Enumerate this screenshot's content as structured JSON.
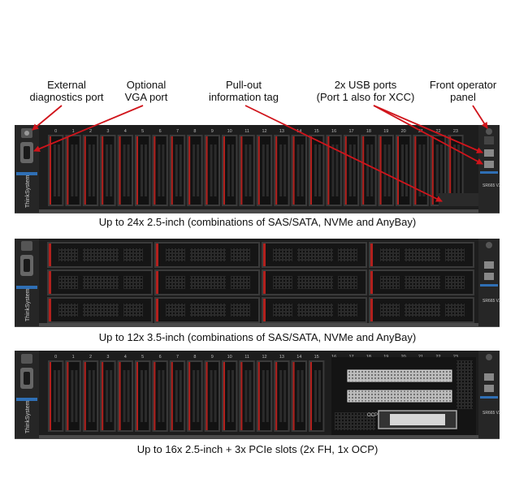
{
  "callouts": {
    "external_diag": [
      "External",
      "diagnostics port"
    ],
    "optional_vga": [
      "Optional",
      "VGA port"
    ],
    "pullout": [
      "Pull-out",
      "information tag"
    ],
    "usb": [
      "2x USB ports",
      "(Port 1 also for XCC)"
    ],
    "front_panel": [
      "Front operator",
      "panel"
    ]
  },
  "captions": {
    "server1": "Up to 24x 2.5-inch (combinations of SAS/SATA, NVMe and AnyBay)",
    "server2": "Up to 12x 3.5-inch (combinations of SAS/SATA, NVMe and AnyBay)",
    "server3": "Up to 16x 2.5-inch + 3x PCIe slots (2x FH, 1x OCP)"
  },
  "bay_numbers_24": [
    "0",
    "1",
    "2",
    "3",
    "4",
    "5",
    "6",
    "7",
    "8",
    "9",
    "10",
    "11",
    "12",
    "13",
    "14",
    "15",
    "16",
    "17",
    "18",
    "19",
    "20",
    "21",
    "22",
    "23"
  ],
  "brand_label": "ThinkSystem",
  "model_label": "SR665 V3",
  "ocp_label": "OCP",
  "colors": {
    "chassis": "#1d1d1d",
    "bay": "#121212",
    "bay_frame": "#3a3a3a",
    "red_tab": "#b3201d",
    "arrow": "#d0141b",
    "blue_accent": "#2f6fb5"
  },
  "icons": [
    "usb-port-icon",
    "vga-port-icon",
    "power-button-icon"
  ]
}
